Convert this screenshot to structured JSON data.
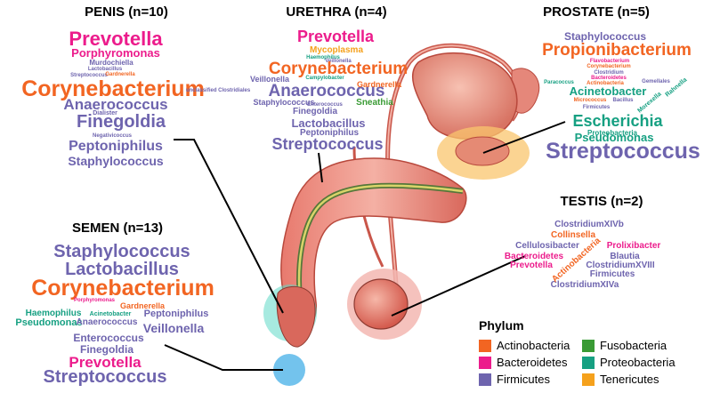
{
  "colors": {
    "actinobacteria": "#f26522",
    "bacteroidetes": "#ec1c8c",
    "firmicutes": "#6e64ae",
    "fusobacteria": "#3a9b35",
    "proteobacteria": "#16a082",
    "tenericutes": "#f5a11c"
  },
  "headers": {
    "penis": "PENIS (n=10)",
    "urethra": "URETHRA (n=4)",
    "prostate": "PROSTATE (n=5)",
    "semen": "SEMEN (n=13)",
    "testis": "TESTIS (n=2)"
  },
  "clouds": {
    "penis": [
      {
        "t": "Prevotella",
        "p": "bacteroidetes",
        "s": 22
      },
      {
        "t": "Porphyromonas",
        "p": "bacteroidetes",
        "s": 13
      },
      {
        "t": "Murdochiella",
        "p": "firmicutes",
        "s": 8
      },
      {
        "t": "Lactobacillus",
        "p": "firmicutes",
        "s": 6
      },
      {
        "t": "Streptococcus",
        "p": "firmicutes",
        "s": 6
      },
      {
        "t": "Gardnerella",
        "p": "actinobacteria",
        "s": 6
      },
      {
        "t": "Corynebacterium",
        "p": "actinobacteria",
        "s": 25
      },
      {
        "t": "unclassified Clostridiales",
        "p": "firmicutes",
        "s": 6
      },
      {
        "t": "Anaerococcus",
        "p": "firmicutes",
        "s": 17
      },
      {
        "t": "Dialister",
        "p": "firmicutes",
        "s": 7
      },
      {
        "t": "Finegoldia",
        "p": "firmicutes",
        "s": 20
      },
      {
        "t": "Negativicoccus",
        "p": "firmicutes",
        "s": 6
      },
      {
        "t": "Peptoniphilus",
        "p": "firmicutes",
        "s": 16
      },
      {
        "t": "Staphylococcus",
        "p": "firmicutes",
        "s": 14
      }
    ],
    "urethra": [
      {
        "t": "Prevotella",
        "p": "bacteroidetes",
        "s": 18
      },
      {
        "t": "Mycoplasma",
        "p": "tenericutes",
        "s": 10
      },
      {
        "t": "Haemophilus",
        "p": "proteobacteria",
        "s": 6
      },
      {
        "t": "Veillonella",
        "p": "firmicutes",
        "s": 6
      },
      {
        "t": "Corynebacterium",
        "p": "actinobacteria",
        "s": 19
      },
      {
        "t": "Veillonella",
        "p": "firmicutes",
        "s": 9
      },
      {
        "t": "Campylobacter",
        "p": "proteobacteria",
        "s": 6
      },
      {
        "t": "Anaerococcus",
        "p": "firmicutes",
        "s": 19
      },
      {
        "t": "Gardnerella",
        "p": "actinobacteria",
        "s": 9
      },
      {
        "t": "Staphylococcus",
        "p": "firmicutes",
        "s": 9
      },
      {
        "t": "Enterococcus",
        "p": "firmicutes",
        "s": 6
      },
      {
        "t": "Sneathia",
        "p": "fusobacteria",
        "s": 10
      },
      {
        "t": "Finegoldia",
        "p": "firmicutes",
        "s": 10
      },
      {
        "t": "Lactobacillus",
        "p": "firmicutes",
        "s": 13
      },
      {
        "t": "Peptoniphilus",
        "p": "firmicutes",
        "s": 10
      },
      {
        "t": "Streptococcus",
        "p": "firmicutes",
        "s": 18
      }
    ],
    "prostate": [
      {
        "t": "Staphylococcus",
        "p": "firmicutes",
        "s": 12
      },
      {
        "t": "Propionibacterium",
        "p": "actinobacteria",
        "s": 19
      },
      {
        "t": "Flavobacterium",
        "p": "bacteroidetes",
        "s": 6
      },
      {
        "t": "Corynebacterium",
        "p": "actinobacteria",
        "s": 6
      },
      {
        "t": "Clostridium",
        "p": "firmicutes",
        "s": 6
      },
      {
        "t": "Bacteroidetes",
        "p": "bacteroidetes",
        "s": 6
      },
      {
        "t": "Paracoccus",
        "p": "proteobacteria",
        "s": 6
      },
      {
        "t": "Actinobacteria",
        "p": "actinobacteria",
        "s": 6
      },
      {
        "t": "Gemellales",
        "p": "firmicutes",
        "s": 6
      },
      {
        "t": "Acinetobacter",
        "p": "proteobacteria",
        "s": 13
      },
      {
        "t": "Micrococcus",
        "p": "actinobacteria",
        "s": 6
      },
      {
        "t": "Bacillus",
        "p": "firmicutes",
        "s": 6
      },
      {
        "t": "Firmicutes",
        "p": "firmicutes",
        "s": 6
      },
      {
        "t": "Morexella",
        "p": "proteobacteria",
        "s": 7
      },
      {
        "t": "Rahnella",
        "p": "proteobacteria",
        "s": 7
      },
      {
        "t": "Escherichia",
        "p": "proteobacteria",
        "s": 18
      },
      {
        "t": "Proteobacteria",
        "p": "proteobacteria",
        "s": 8
      },
      {
        "t": "Pseudomonas",
        "p": "proteobacteria",
        "s": 13
      },
      {
        "t": "Streptococcus",
        "p": "firmicutes",
        "s": 25
      }
    ],
    "semen": [
      {
        "t": "Staphylococcus",
        "p": "firmicutes",
        "s": 20
      },
      {
        "t": "Lactobacillus",
        "p": "firmicutes",
        "s": 20
      },
      {
        "t": "Corynebacterium",
        "p": "actinobacteria",
        "s": 25
      },
      {
        "t": "Porphyromonas",
        "p": "bacteroidetes",
        "s": 6
      },
      {
        "t": "Gardnerella",
        "p": "actinobacteria",
        "s": 9
      },
      {
        "t": "Haemophilus",
        "p": "proteobacteria",
        "s": 10
      },
      {
        "t": "Acinetobacter",
        "p": "proteobacteria",
        "s": 7
      },
      {
        "t": "Peptoniphilus",
        "p": "firmicutes",
        "s": 11
      },
      {
        "t": "Pseudomonas",
        "p": "proteobacteria",
        "s": 11
      },
      {
        "t": "Anaerococcus",
        "p": "firmicutes",
        "s": 10
      },
      {
        "t": "Veillonella",
        "p": "firmicutes",
        "s": 14
      },
      {
        "t": "Enterococcus",
        "p": "firmicutes",
        "s": 12
      },
      {
        "t": "Finegoldia",
        "p": "firmicutes",
        "s": 12
      },
      {
        "t": "Prevotella",
        "p": "bacteroidetes",
        "s": 17
      },
      {
        "t": "Streptococcus",
        "p": "firmicutes",
        "s": 20
      }
    ],
    "testis": [
      {
        "t": "ClostridiumXIVb",
        "p": "firmicutes",
        "s": 10
      },
      {
        "t": "Collinsella",
        "p": "actinobacteria",
        "s": 10
      },
      {
        "t": "Cellulosibacter",
        "p": "firmicutes",
        "s": 10
      },
      {
        "t": "Prolixibacter",
        "p": "bacteroidetes",
        "s": 10
      },
      {
        "t": "Bacteroidetes",
        "p": "bacteroidetes",
        "s": 10
      },
      {
        "t": "Blautia",
        "p": "firmicutes",
        "s": 10
      },
      {
        "t": "Prevotella",
        "p": "bacteroidetes",
        "s": 10
      },
      {
        "t": "ClostridiumXVIII",
        "p": "firmicutes",
        "s": 10
      },
      {
        "t": "Firmicutes",
        "p": "firmicutes",
        "s": 10
      },
      {
        "t": "ClostridiumXIVa",
        "p": "firmicutes",
        "s": 10
      },
      {
        "t": "Actinobacteria",
        "p": "actinobacteria",
        "s": 10
      }
    ]
  },
  "legend": {
    "title": "Phylum",
    "items": [
      {
        "label": "Actinobacteria",
        "p": "actinobacteria"
      },
      {
        "label": "Fusobacteria",
        "p": "fusobacteria"
      },
      {
        "label": "Bacteroidetes",
        "p": "bacteroidetes"
      },
      {
        "label": "Proteobacteria",
        "p": "proteobacteria"
      },
      {
        "label": "Firmicutes",
        "p": "firmicutes"
      },
      {
        "label": "Tenericutes",
        "p": "tenericutes"
      }
    ]
  }
}
